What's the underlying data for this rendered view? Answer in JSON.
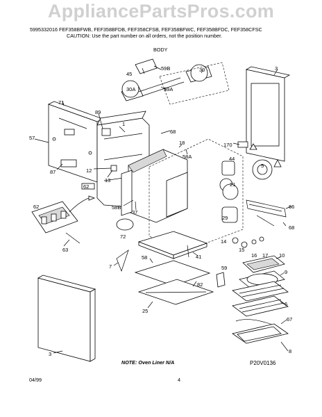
{
  "header": {
    "watermark": "AppliancePartsPros.com",
    "doc_line": "5995332016  FEF358BFWB, FEF358BFDB, FEF358CFSB, FEF358BFWC, FEF358BFDC, FEF358CFSC",
    "caution": "CAUTION:  Use the part number on all orders, not the position number.",
    "section": "BODY"
  },
  "callouts": {
    "c3a": "3",
    "c3b": "3",
    "c5": "5",
    "c6": "6",
    "c7": "7",
    "c8": "8",
    "c9": "9",
    "c10": "10",
    "c12": "12",
    "c13": "13",
    "c14": "14",
    "c15": "15",
    "c16": "16",
    "c17": "17",
    "c18": "18",
    "c21": "21",
    "c25": "25",
    "c29": "29",
    "c30": "30",
    "c30a": "30A",
    "c37": "37",
    "c41": "41",
    "c44": "44",
    "c45": "45",
    "c57": "57",
    "c58": "58",
    "c58a": "58A",
    "c58b": "58B",
    "c59": "59",
    "c59a": "59A",
    "c59b": "59B",
    "c62a": "62",
    "c62b": "62",
    "c63": "63",
    "c66": "66",
    "c67": "67",
    "c68a": "68",
    "c68b": "68",
    "c71": "71",
    "c72": "72",
    "c82": "82",
    "c87": "87",
    "c89": "89",
    "c170": "170",
    "c1": "1"
  },
  "footer": {
    "note": "NOTE:  Oven Liner N/A",
    "figure_code": "P20V0136",
    "date": "04/99",
    "page_number": "4"
  }
}
